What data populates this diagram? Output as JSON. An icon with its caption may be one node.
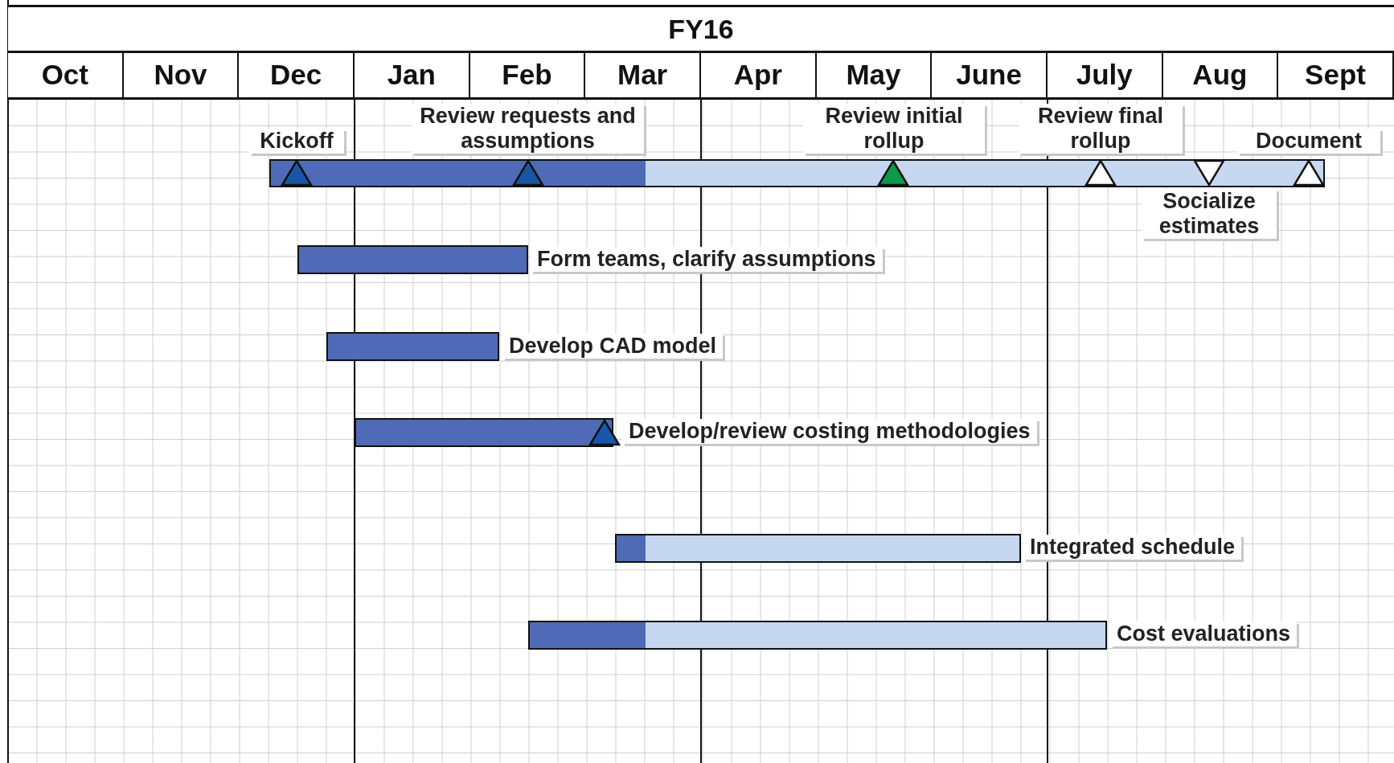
{
  "diagram": {
    "title": "FY16",
    "nodes": [
      {
        "text": [],
        "shape": "bar"
      },
      {
        "text": [],
        "shape": "triangle",
        "in": 0,
        "beside": [
          "Kickoff"
        ]
      },
      {
        "text": [],
        "shape": "triangle",
        "in": 0,
        "beside": [
          "Review requests and assumptions"
        ]
      },
      {
        "text": [],
        "shape": "triangle",
        "in": 0,
        "beside": [
          "Review initial rollup"
        ]
      },
      {
        "text": [],
        "shape": "triangle",
        "in": 0,
        "beside": [
          "Review final rollup"
        ]
      },
      {
        "text": [],
        "shape": "triangle",
        "in": 0,
        "beside": [
          "Socialize estimates"
        ]
      },
      {
        "text": [],
        "shape": "triangle",
        "in": 0,
        "beside": [
          "Document"
        ]
      },
      {
        "text": [],
        "shape": "bar",
        "beside": [
          "Form teams, clarify assumptions"
        ]
      },
      {
        "text": [],
        "shape": "bar",
        "beside": [
          "Develop CAD model"
        ]
      },
      {
        "text": [],
        "shape": "bar",
        "beside": [
          "Develop/review costing methodologies"
        ]
      },
      {
        "text": [],
        "shape": "triangle"
      },
      {
        "text": [],
        "shape": "bar",
        "beside": [
          "Integrated schedule"
        ]
      },
      {
        "text": [],
        "shape": "bar",
        "beside": [
          "Cost evaluations"
        ]
      }
    ],
    "edges": [],
    "labels": [
      "Oct",
      "Nov",
      "Dec",
      "Jan",
      "Feb",
      "Mar",
      "Apr",
      "May",
      "June",
      "July",
      "Aug",
      "Sept"
    ]
  }
}
